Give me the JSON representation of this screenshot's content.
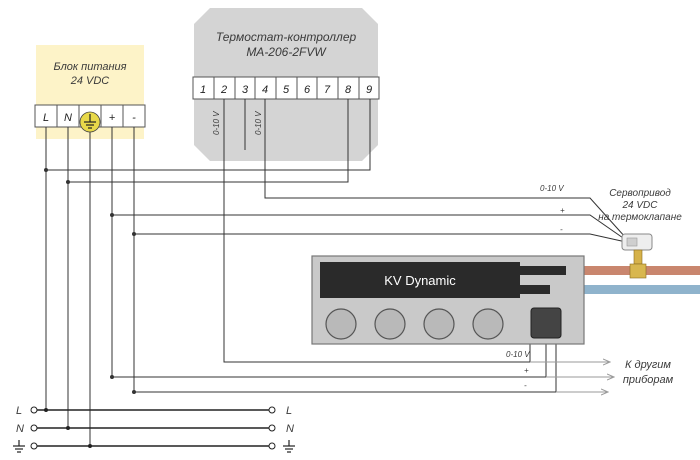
{
  "thermostat": {
    "title_line1": "Термостат-контроллер",
    "title_line2": "MA-206-2FVW",
    "terminals": [
      "1",
      "2",
      "3",
      "4",
      "5",
      "6",
      "7",
      "8",
      "9"
    ],
    "terminal2_label": "0-10 V",
    "terminal4_label": "0-10 V"
  },
  "power_supply": {
    "title_line1": "Блок питания",
    "title_line2": "24 VDC",
    "terminals": [
      "L",
      "N",
      "",
      "+",
      "-"
    ]
  },
  "servo": {
    "title_line1": "Сервопривод",
    "title_line2": "24 VDC",
    "title_line3": "на термоклапане",
    "signal_label": "0-10 V",
    "plus_label": "+",
    "minus_label": "-"
  },
  "convector": {
    "label": "KV Dynamic",
    "signal_label": "0-10 V",
    "plus_label": "+",
    "minus_label": "-"
  },
  "other_devices": {
    "line1": "К другим",
    "line2": "приборам"
  },
  "mains": {
    "left_labels": [
      "L",
      "N",
      ""
    ],
    "right_labels": [
      "L",
      "N",
      ""
    ]
  },
  "colors": {
    "thermostat_box": "#d4d4d4",
    "power_box": "#fdf3c8",
    "convector_body": "#c9c9c9",
    "convector_panel": "#2a2a2a",
    "hot_pipe": "#c9866e",
    "cold_pipe": "#8fb3cc",
    "wire": "#333333",
    "arrow_wire": "#9a9a9a",
    "ground_fill": "#e8d94a"
  }
}
